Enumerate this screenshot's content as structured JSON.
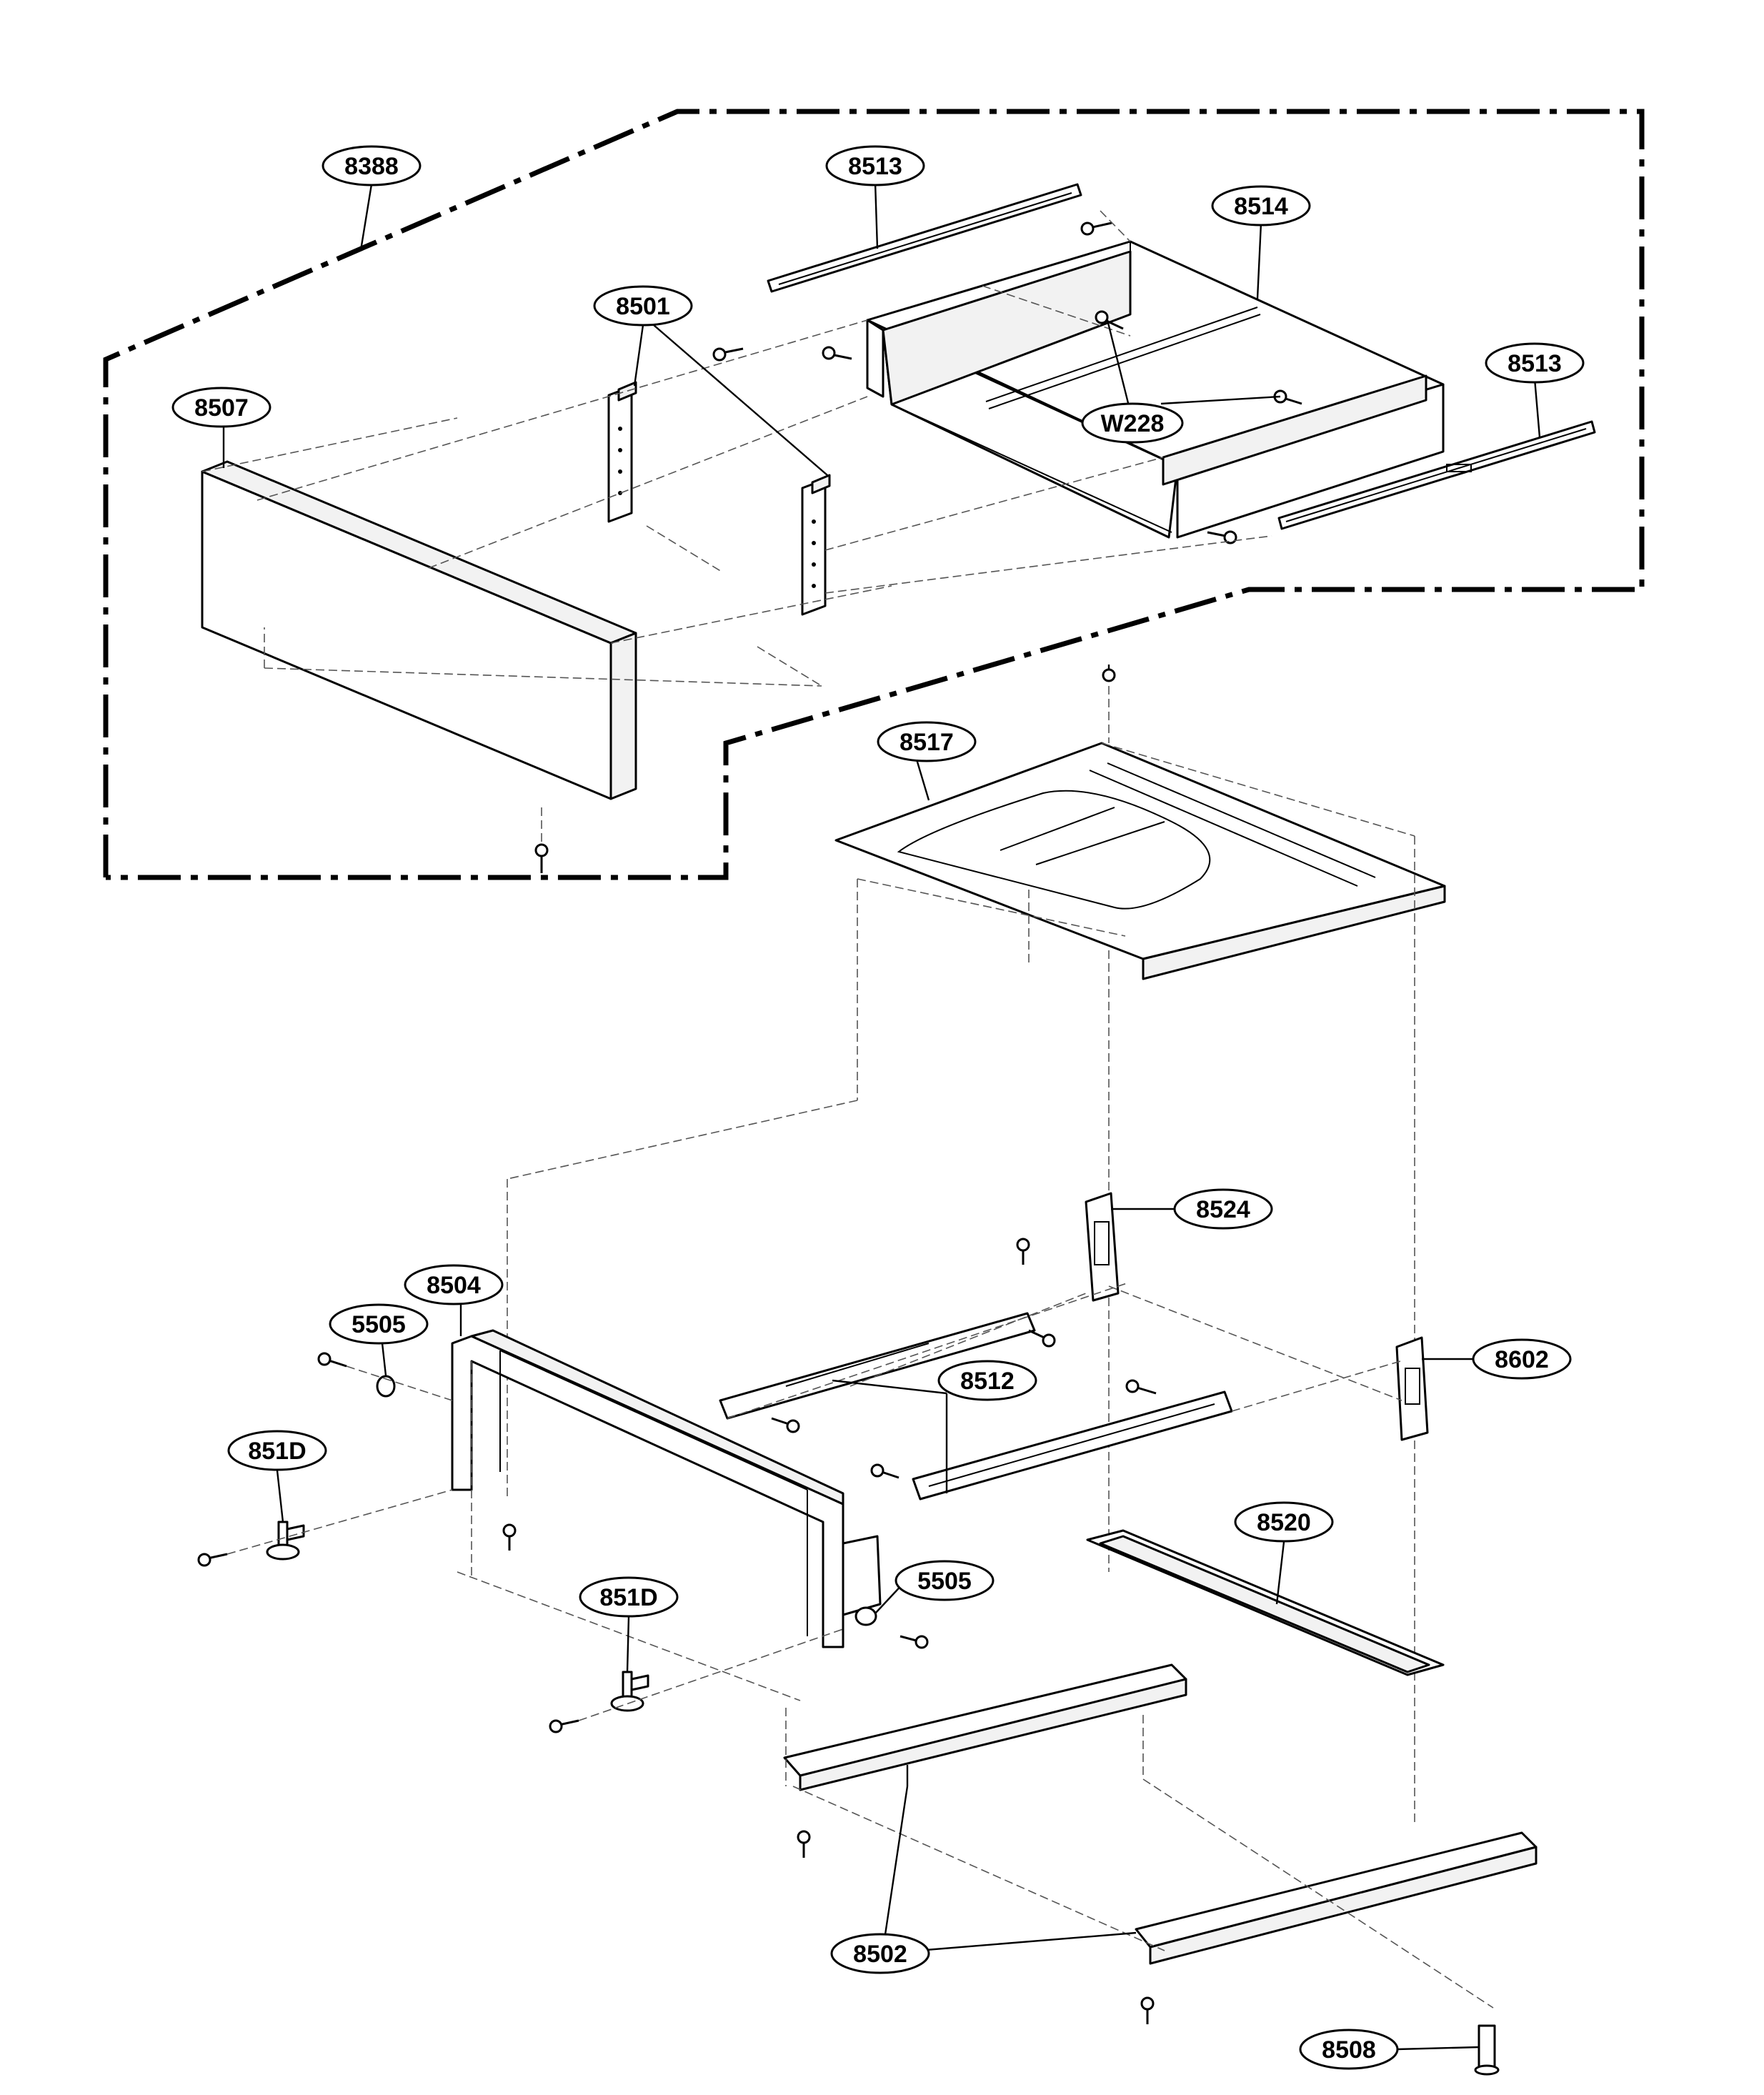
{
  "diagram": {
    "group": {
      "label": "8388"
    },
    "callouts": [
      {
        "id": "c-8388",
        "label": "8388"
      },
      {
        "id": "c-8513a",
        "label": "8513"
      },
      {
        "id": "c-8514",
        "label": "8514"
      },
      {
        "id": "c-8501",
        "label": "8501"
      },
      {
        "id": "c-8513b",
        "label": "8513"
      },
      {
        "id": "c-8507",
        "label": "8507"
      },
      {
        "id": "c-W228",
        "label": "W228"
      },
      {
        "id": "c-8517",
        "label": "8517"
      },
      {
        "id": "c-8524",
        "label": "8524"
      },
      {
        "id": "c-8504",
        "label": "8504"
      },
      {
        "id": "c-5505a",
        "label": "5505"
      },
      {
        "id": "c-8602",
        "label": "8602"
      },
      {
        "id": "c-8512",
        "label": "8512"
      },
      {
        "id": "c-851Da",
        "label": "851D"
      },
      {
        "id": "c-8520",
        "label": "8520"
      },
      {
        "id": "c-5505b",
        "label": "5505"
      },
      {
        "id": "c-851Db",
        "label": "851D"
      },
      {
        "id": "c-8502",
        "label": "8502"
      },
      {
        "id": "c-8508",
        "label": "8508"
      }
    ]
  }
}
